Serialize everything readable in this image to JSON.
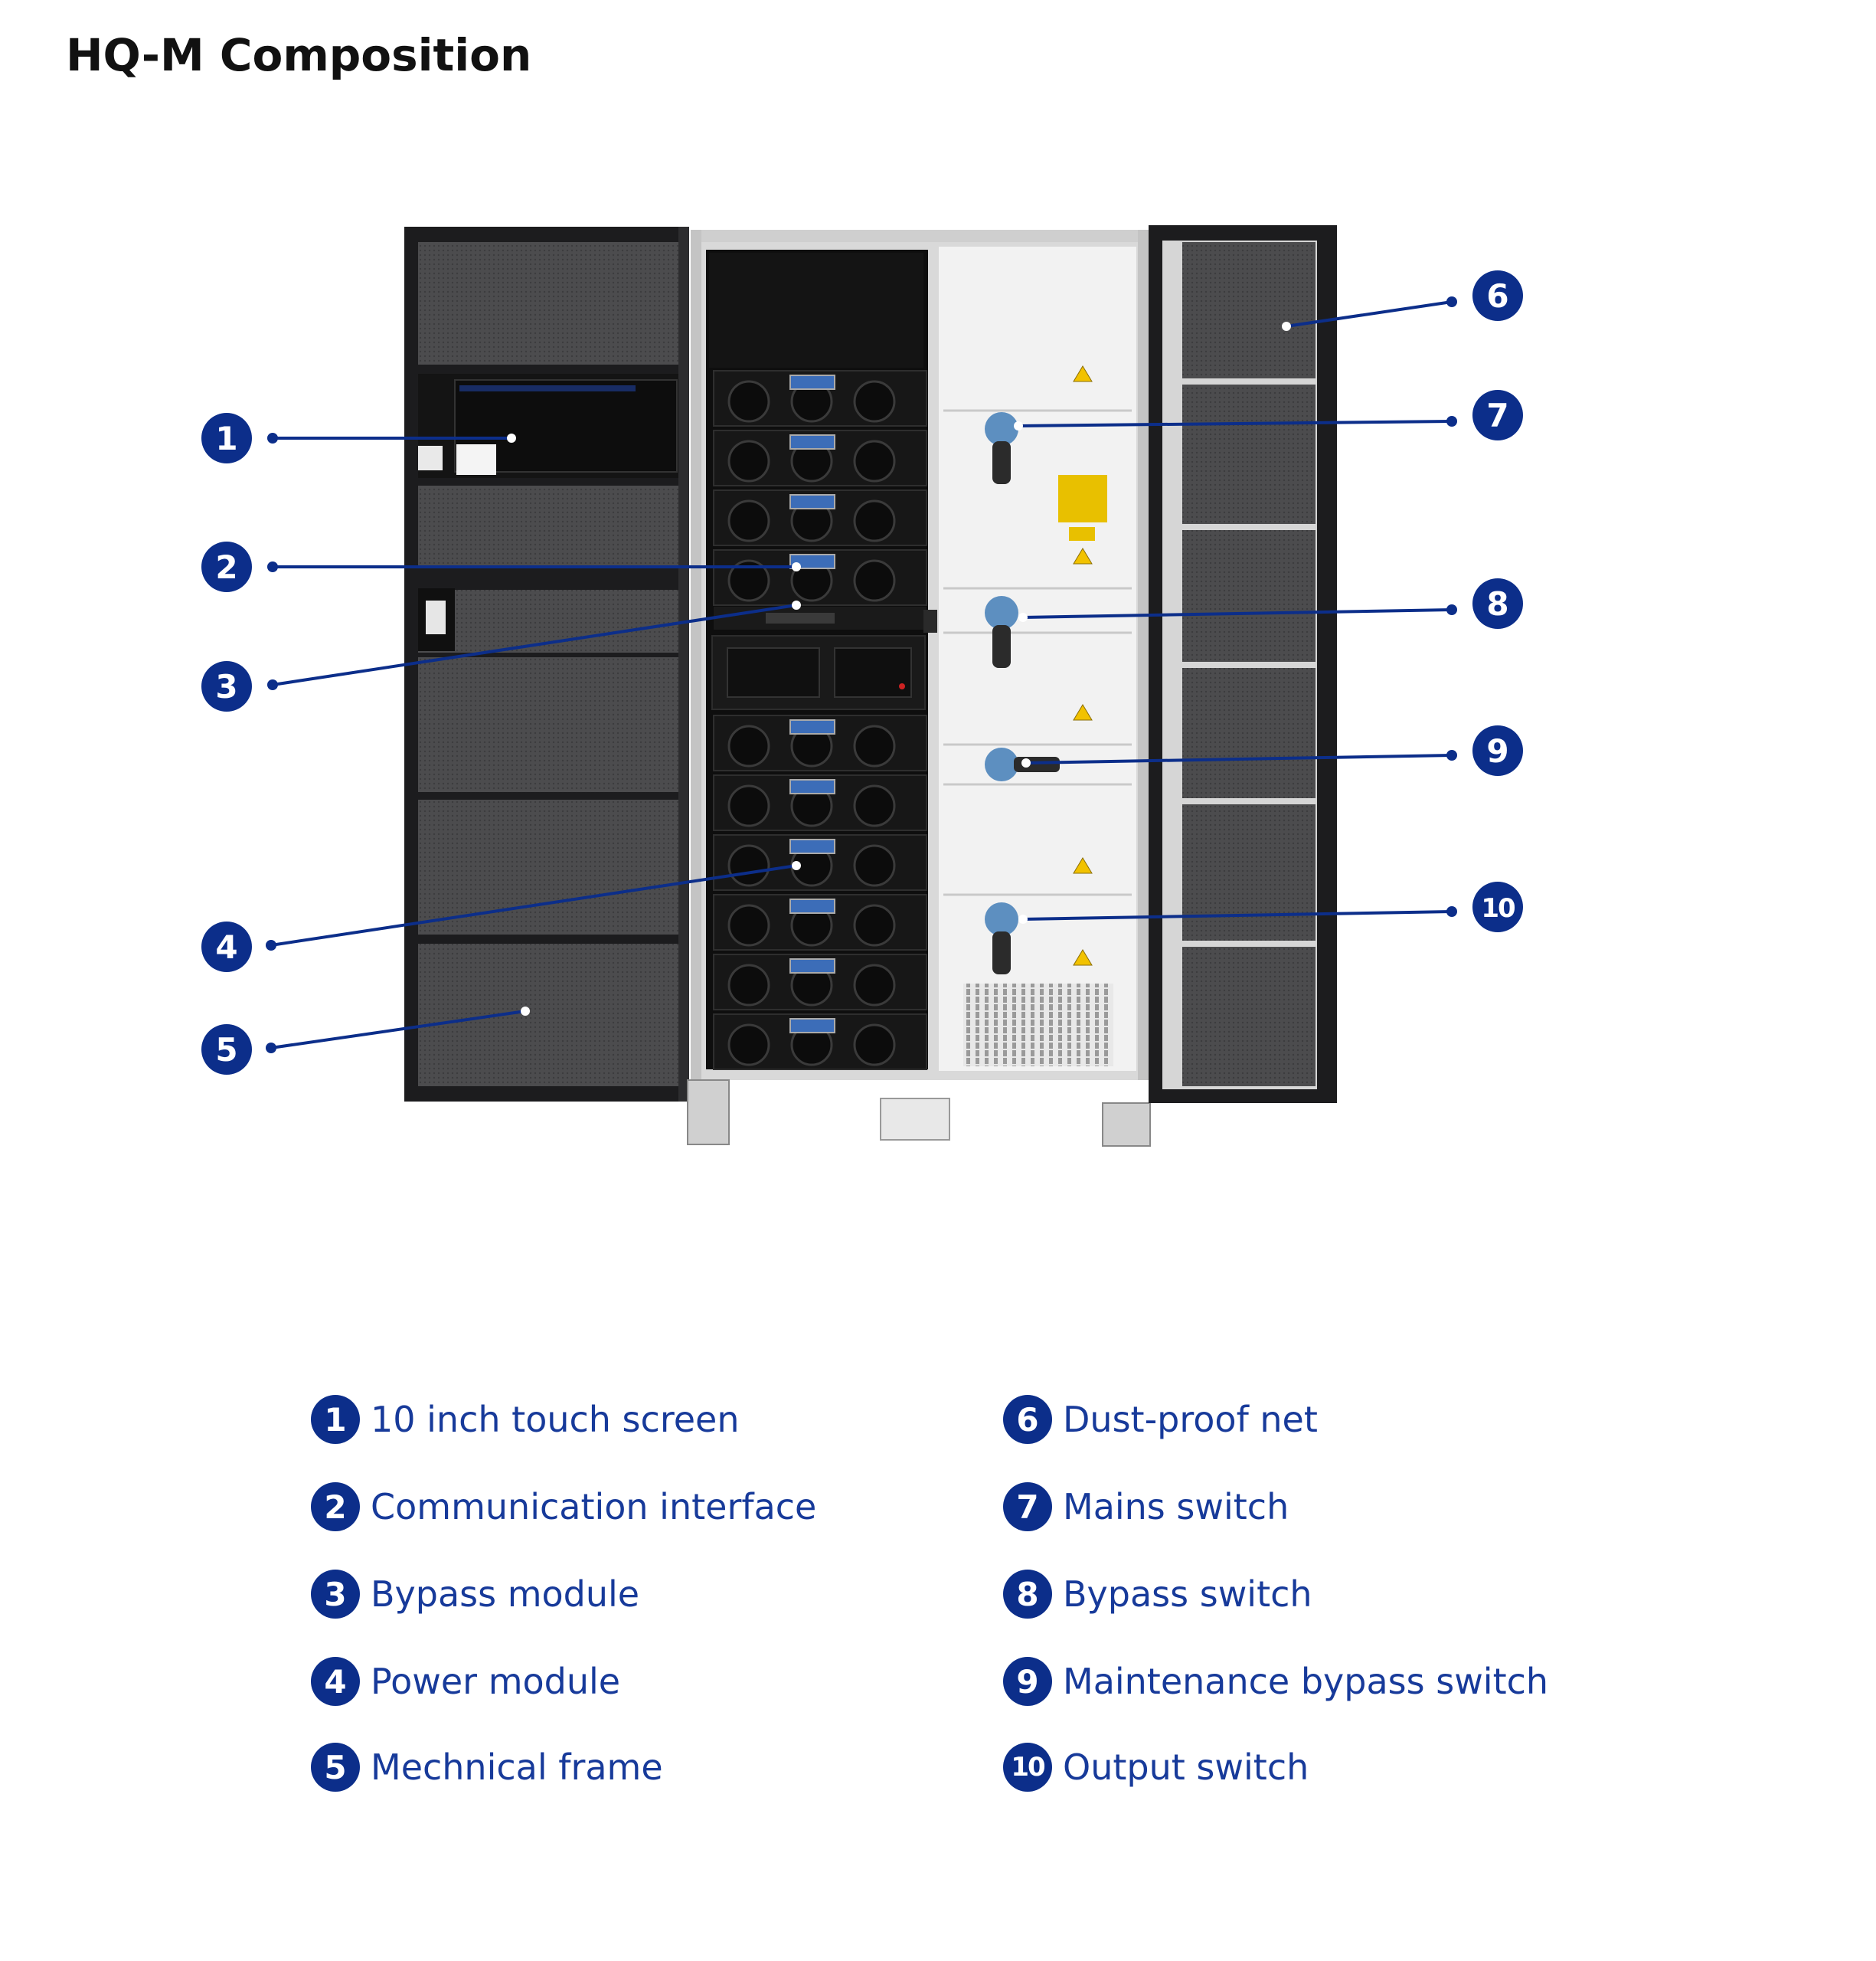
{
  "title": "HQ-M Composition",
  "colors": {
    "accent": "#0c2e8a",
    "label_text": "#173a9a",
    "leader_line": "#0c2e8a",
    "cabinet_dark": "#1d1d1f",
    "door_panel": "#4a4a4c",
    "right_panel": "#f1f1f1",
    "warning": "#f2c200"
  },
  "callouts": [
    {
      "number": "1",
      "label": "10 inch touch screen"
    },
    {
      "number": "2",
      "label": "Communication interface"
    },
    {
      "number": "3",
      "label": "Bypass module"
    },
    {
      "number": "4",
      "label": "Power module"
    },
    {
      "number": "5",
      "label": "Mechnical frame"
    },
    {
      "number": "6",
      "label": "Dust-proof net"
    },
    {
      "number": "7",
      "label": "Mains switch"
    },
    {
      "number": "8",
      "label": "Bypass switch"
    },
    {
      "number": "9",
      "label": "Maintenance bypass switch"
    },
    {
      "number": "10",
      "label": "Output switch"
    }
  ]
}
